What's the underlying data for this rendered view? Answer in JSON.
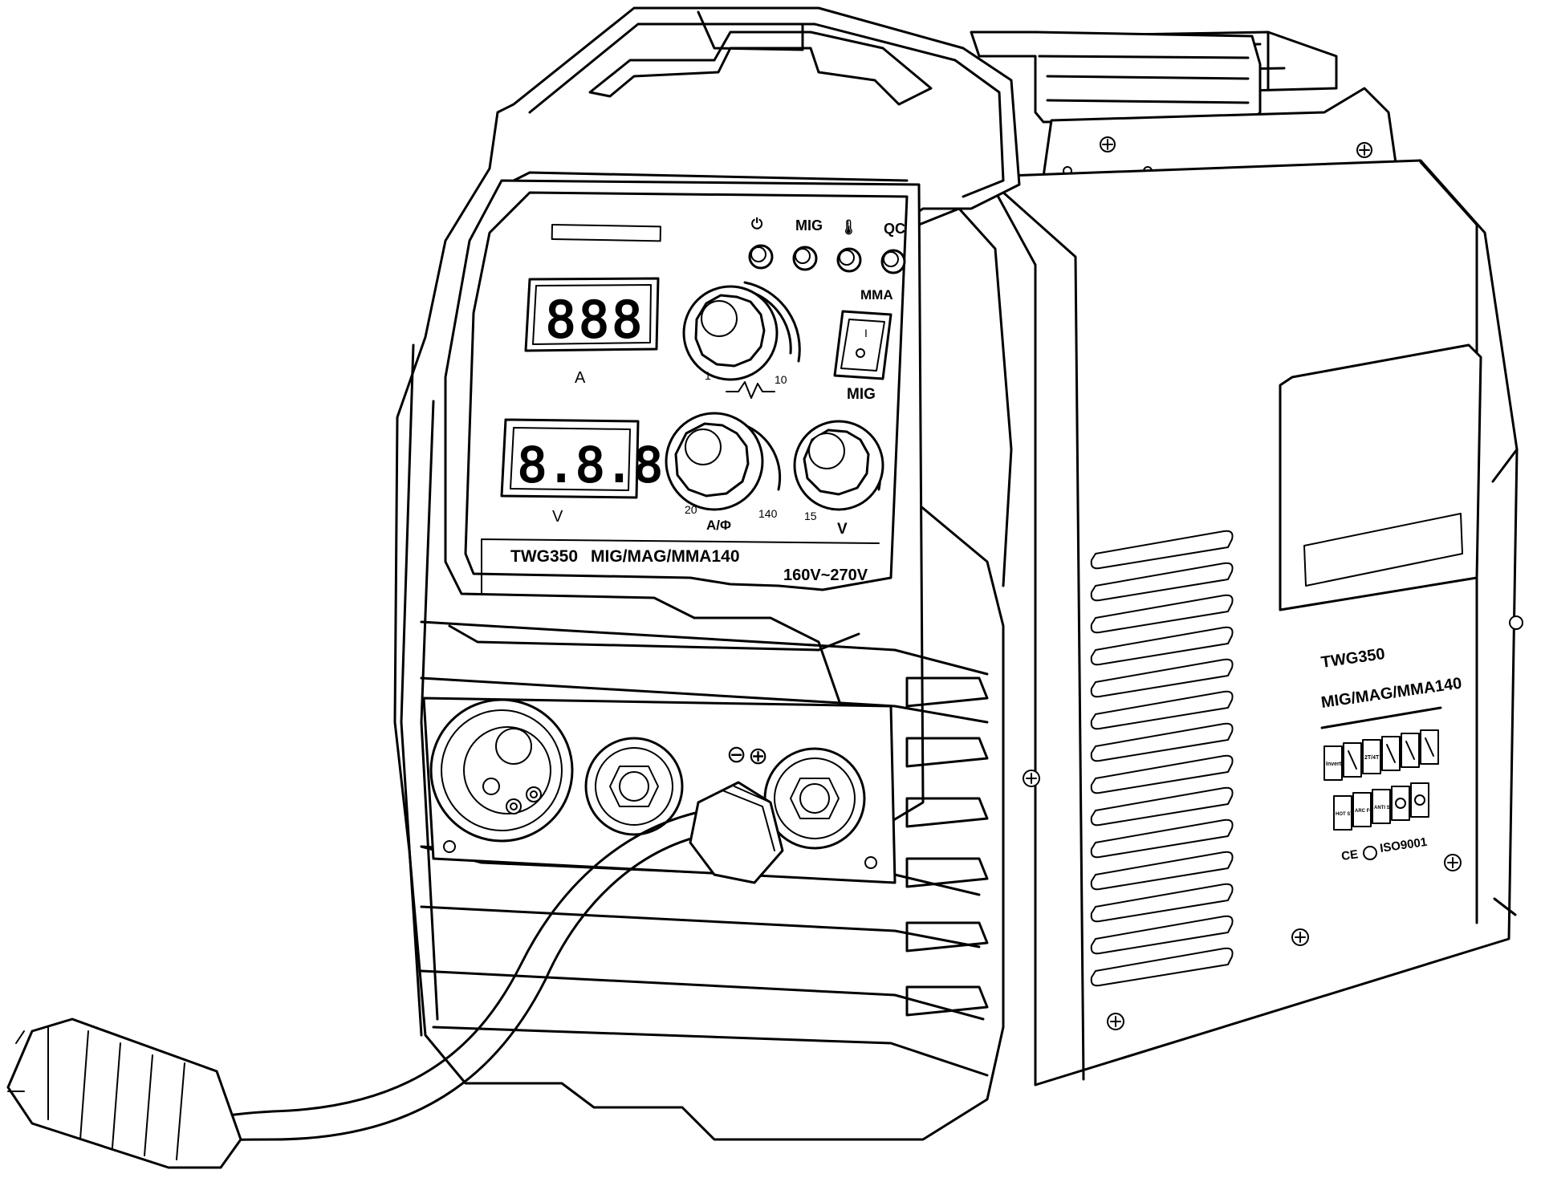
{
  "panel": {
    "indicators": [
      {
        "label": "⏻",
        "icon": "power-icon"
      },
      {
        "label": "MIG",
        "icon": ""
      },
      {
        "label": "🌡",
        "icon": "thermometer-icon"
      },
      {
        "label": "QC",
        "icon": ""
      }
    ],
    "mode_switch": {
      "top_label": "MMA",
      "on_mark": "I",
      "bottom_label": "MIG"
    },
    "ammeter": {
      "digits": "888",
      "unit": "A"
    },
    "voltmeter": {
      "digits": "8.8.8",
      "unit": "V"
    },
    "inductance_knob": {
      "min": "1",
      "max": "10",
      "symbol": "inductance-icon"
    },
    "current_knob": {
      "min": "20",
      "max": "140",
      "unit": "A/Φ"
    },
    "voltage_knob": {
      "min": "15",
      "unit": "V"
    },
    "strip_model": "TWG350",
    "strip_modes": "MIG/MAG/MMA140",
    "strip_voltage": "160V~270V"
  },
  "front": {
    "polarity_minus": "⊖",
    "polarity_plus": "⊕"
  },
  "side_label": {
    "model": "TWG350",
    "modes": "MIG/MAG/MMA140",
    "icons_row1": [
      "Inverter IGBT",
      "thermometer-icon",
      "2T/4T",
      "wire-spool-icon",
      "welding-torch-icon",
      "display-icon"
    ],
    "icons_row2": [
      "HOT START",
      "ARC FORCE",
      "ANTI STICK",
      "fan-icon",
      "electrode-icon"
    ],
    "ce_mark": "CE",
    "iso": "ISO9001"
  }
}
